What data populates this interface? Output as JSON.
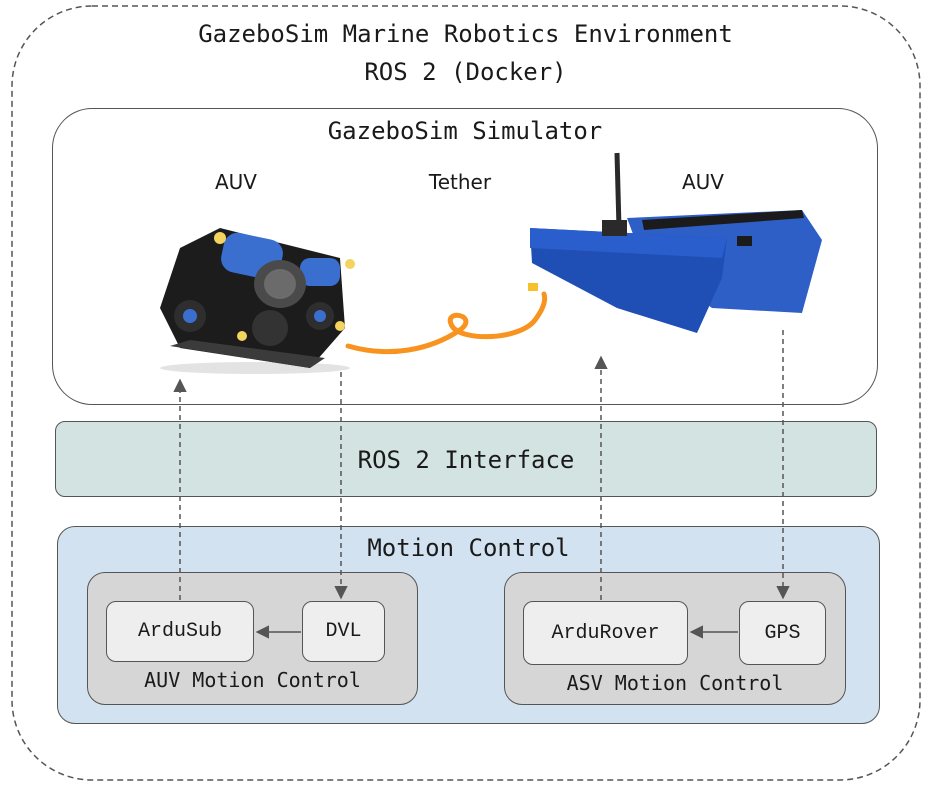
{
  "environment": {
    "title_line1": "GazeboSim Marine Robotics Environment",
    "title_line2": "ROS 2 (Docker)"
  },
  "simulator": {
    "title": "GazeboSim Simulator",
    "left_vehicle_label": "AUV",
    "tether_label": "Tether",
    "right_vehicle_label": "AUV"
  },
  "interface": {
    "title": "ROS 2 Interface"
  },
  "motion_control": {
    "title": "Motion Control",
    "auv_group": {
      "caption": "AUV Motion Control",
      "controller": "ArduSub",
      "sensor": "DVL"
    },
    "asv_group": {
      "caption": "ASV Motion Control",
      "controller": "ArduRover",
      "sensor": "GPS"
    }
  },
  "colors": {
    "interface_fill": "#d3e3e1",
    "motion_fill": "#d2e2f0",
    "group_fill": "#d6d6d6",
    "node_fill": "#eeeeee",
    "tether": "#f7931e",
    "robot_blue": "#3a6fd0",
    "boat_blue": "#1f4fb5"
  }
}
